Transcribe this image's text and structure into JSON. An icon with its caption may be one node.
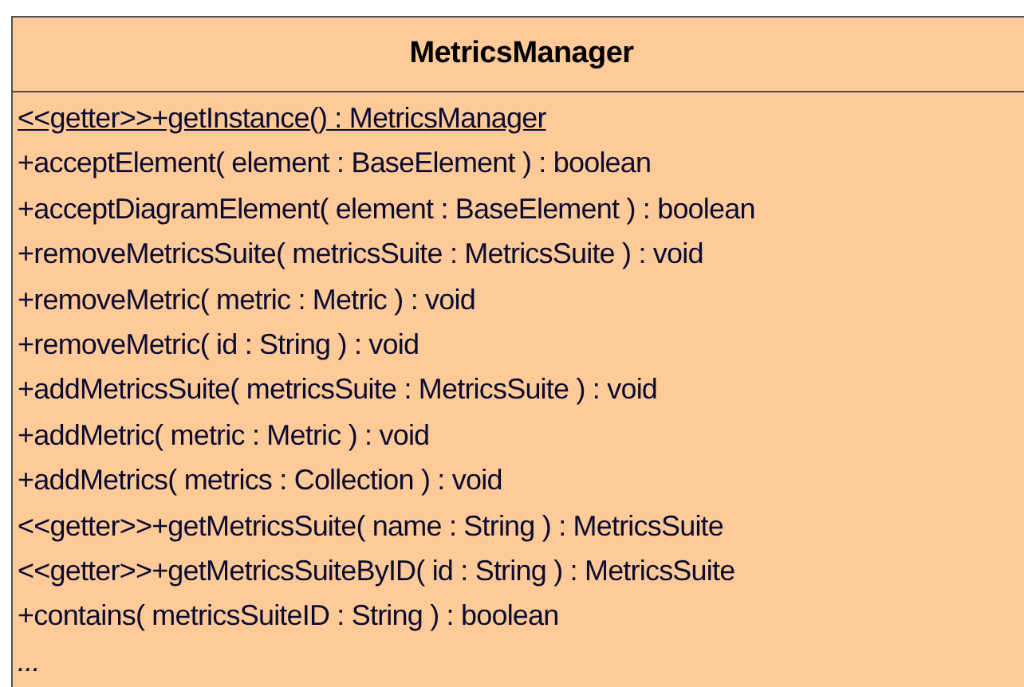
{
  "diagram": {
    "nodes": [
      {
        "text": [
          "MetricsManager",
          "<<getter>>+getInstance() : MetricsManager",
          "+acceptElement( element : BaseElement ) : boolean",
          "+acceptDiagramElement( element : BaseElement ) : boolean",
          "+removeMetricsSuite( metricsSuite : MetricsSuite ) : void",
          "+removeMetric( metric : Metric ) : void",
          "+removeMetric( id : String ) : void",
          "+addMetricsSuite( metricsSuite : MetricsSuite ) : void",
          "+addMetric( metric : Metric ) : void",
          "+addMetrics( metrics : Collection ) : void",
          "<<getter>>+getMetricsSuite( name : String ) : MetricsSuite",
          "<<getter>>+getMetricsSuiteByID( id : String ) : MetricsSuite",
          "+contains( metricsSuiteID : String ) : boolean",
          "..."
        ]
      }
    ]
  }
}
